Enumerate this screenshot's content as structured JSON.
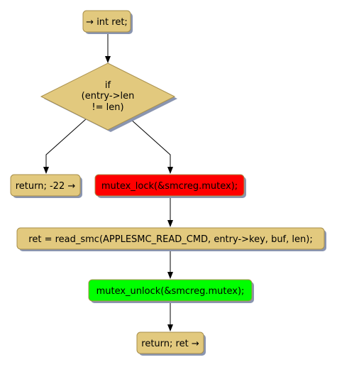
{
  "diagram": {
    "colors": {
      "node_fill": "#E2C97E",
      "node_stroke": "#A88F4B",
      "shadow": "#8A95B0",
      "red_fill": "#FF0000",
      "green_fill": "#00FF00",
      "edge": "#000000"
    },
    "nodes": {
      "start": {
        "label": "→ int ret;"
      },
      "decision": {
        "lines": [
          "if",
          "(entry->len",
          "!= len)"
        ]
      },
      "return_err": {
        "label": "return; -22 →"
      },
      "mutex_lock": {
        "label": "mutex_lock(&smcreg.mutex);"
      },
      "read_smc": {
        "label": "ret = read_smc(APPLESMC_READ_CMD, entry->key, buf, len);"
      },
      "mutex_unlock": {
        "label": "mutex_unlock(&smcreg.mutex);"
      },
      "return_ret": {
        "label": "return; ret →"
      }
    }
  }
}
